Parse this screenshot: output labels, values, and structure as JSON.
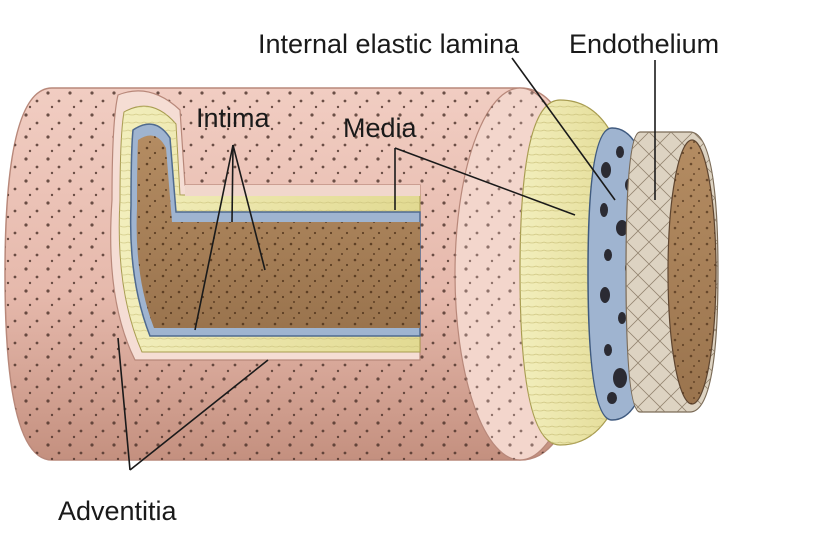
{
  "diagram": {
    "labels": {
      "internal_elastic_lamina": "Internal elastic lamina",
      "endothelium": "Endothelium",
      "intima": "Intima",
      "media": "Media",
      "adventitia": "Adventitia"
    },
    "colors": {
      "adventitia": "#ecc3b8",
      "adventitia_shade": "#c89486",
      "media": "#ece6a8",
      "elastic_lamina": "#9fb4d0",
      "lumen": "#a98259",
      "endothelium": "#ddd3c2",
      "ink": "#1a1a1a"
    }
  }
}
